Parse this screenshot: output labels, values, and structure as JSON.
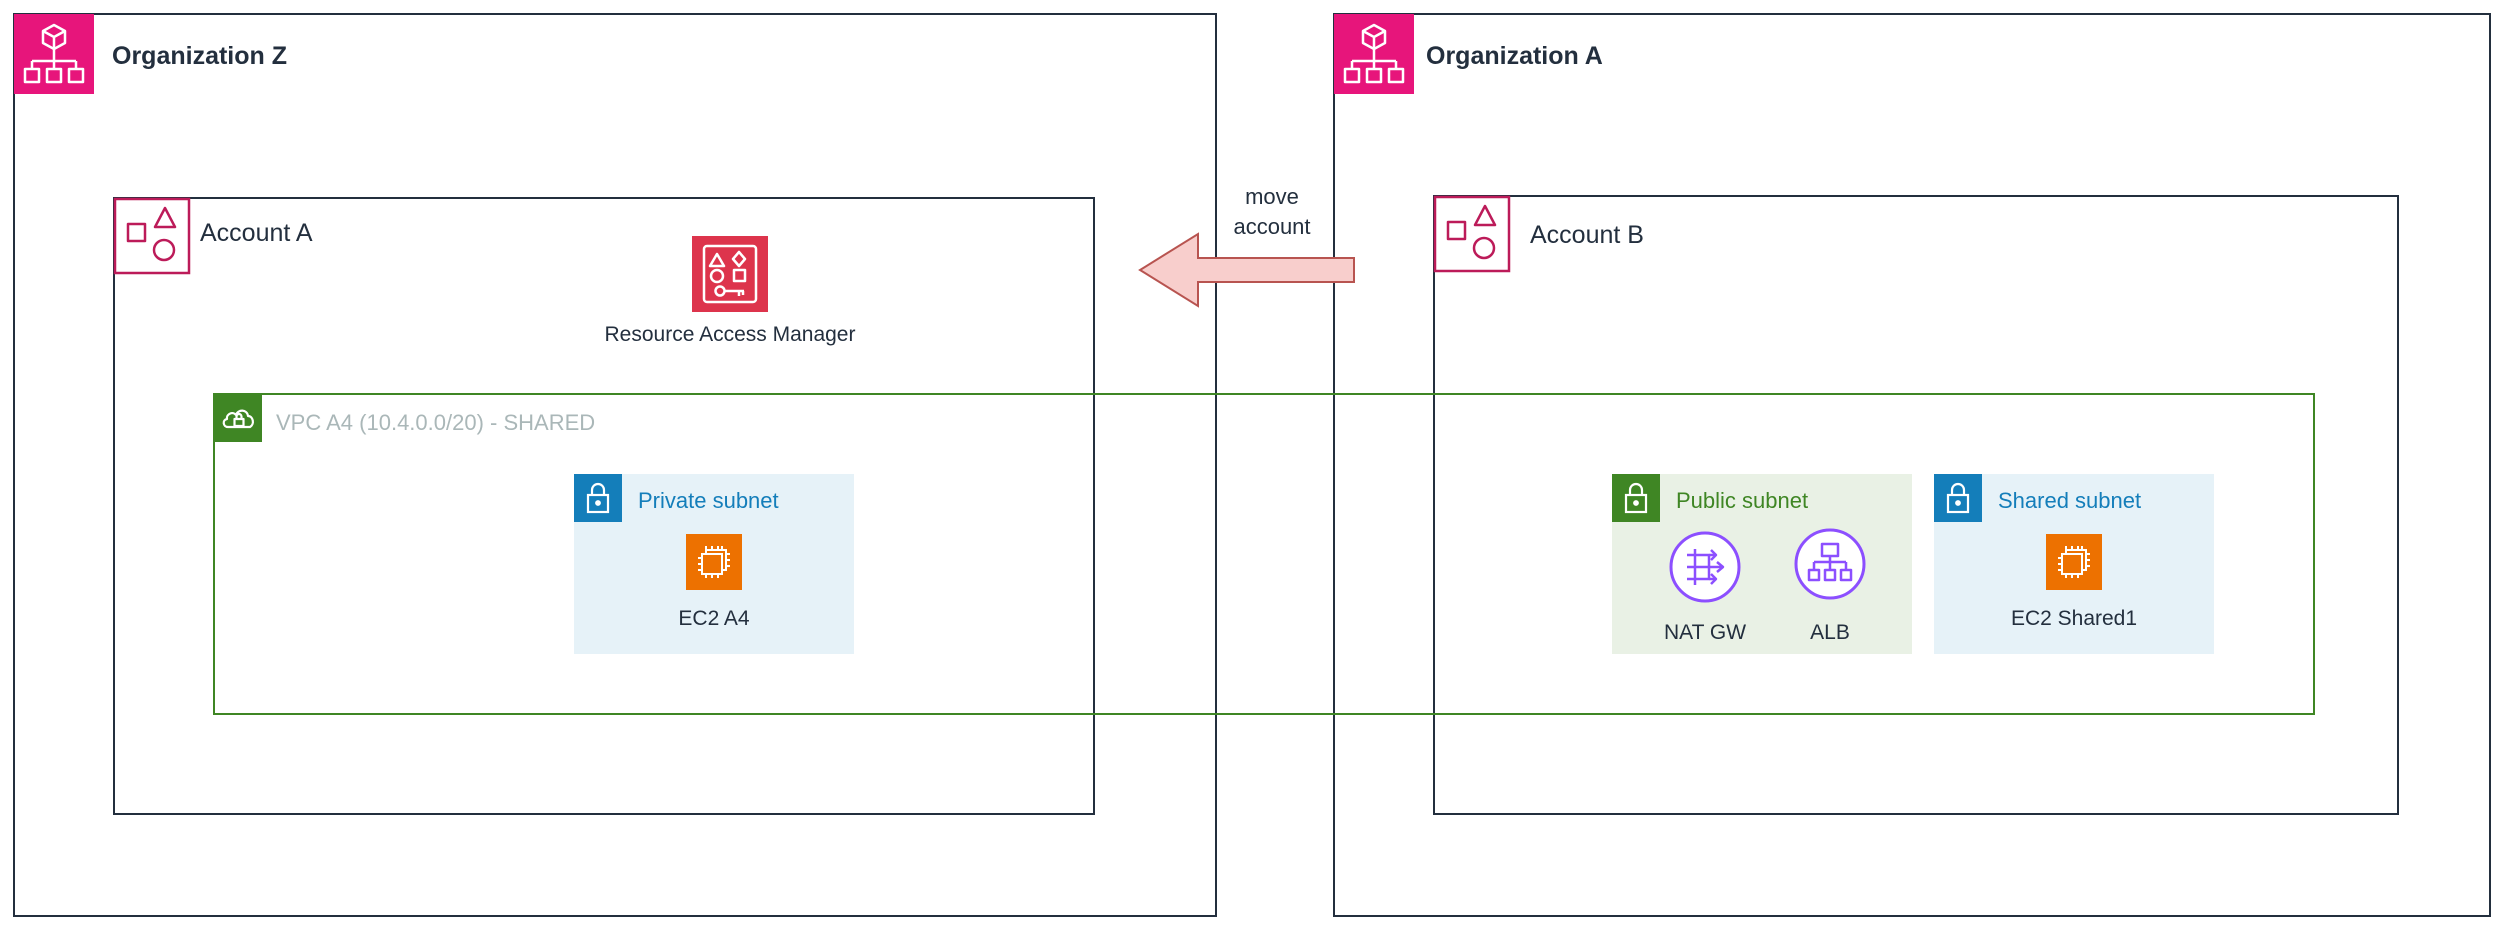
{
  "colors": {
    "org_pink": "#e7157b",
    "account_pink": "#bc1b59",
    "ram_red": "#dd344c",
    "vpc_green": "#3f8624",
    "private_blue": "#147eba",
    "public_green": "#3f8624",
    "ec2_orange": "#ed7100",
    "network_purple": "#8c4fff",
    "arrow_fill": "#f8cecc",
    "arrow_stroke": "#b85450",
    "vpc_label_gray": "#aab7b8"
  },
  "org_z": {
    "title": "Organization Z",
    "icon": "organization-icon"
  },
  "org_a": {
    "title": "Organization A",
    "icon": "organization-icon"
  },
  "account_a": {
    "title": "Account A",
    "icon": "account-icon"
  },
  "account_b": {
    "title": "Account B",
    "icon": "account-icon"
  },
  "ram": {
    "label": "Resource Access Manager",
    "icon": "resource-access-manager-icon"
  },
  "vpc": {
    "label": "VPC A4 (10.4.0.0/20) - SHARED",
    "icon": "vpc-cloud-icon"
  },
  "private_subnet": {
    "label": "Private subnet",
    "icon": "lock-icon",
    "ec2_label": "EC2 A4"
  },
  "public_subnet": {
    "label": "Public subnet",
    "icon": "lock-icon",
    "nat_label": "NAT GW",
    "alb_label": "ALB"
  },
  "shared_subnet": {
    "label": "Shared subnet",
    "icon": "lock-icon",
    "ec2_label": "EC2 Shared1"
  },
  "move_arrow": {
    "line1": "move",
    "line2": "account",
    "icon": "left-arrow-icon"
  }
}
